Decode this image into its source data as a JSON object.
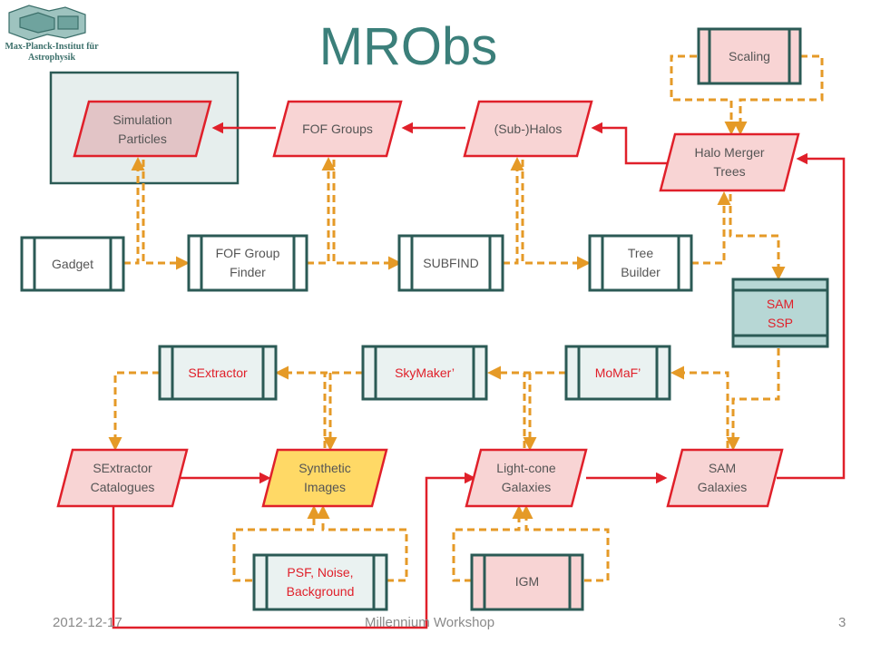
{
  "title": "MRObs",
  "logo": {
    "line1": "Max-Planck-Institut für",
    "line2": "Astrophysik"
  },
  "footer": {
    "date": "2012-12-17",
    "event": "Millennium Workshop",
    "page": "3"
  },
  "colors": {
    "title": "#3b7f7a",
    "process_border": "#2b5a55",
    "process_fill": "#eaf2f1",
    "data_border": "#e0202a",
    "data_fill": "#f8d4d4",
    "highlight_fill": "#ffd966",
    "sam_fill": "#b7d7d5",
    "dashed_arrow": "#e59a27",
    "solid_arrow": "#e0202a"
  },
  "nodes": {
    "scaling": "Scaling",
    "simulation_particles": [
      "Simulation",
      "Particles"
    ],
    "fof_groups": "FOF Groups",
    "subhalos": "(Sub-)Halos",
    "halo_merger_trees": [
      "Halo Merger",
      "Trees"
    ],
    "gadget": "Gadget",
    "fof_group_finder": [
      "FOF Group",
      "Finder"
    ],
    "subfind": "SUBFIND",
    "tree_builder": [
      "Tree",
      "Builder"
    ],
    "sam_ssp": [
      "SAM",
      "SSP"
    ],
    "sextractor": "SExtractor",
    "skymaker": "SkyMaker’",
    "momaf": "MoMaF’",
    "sextractor_catalogues": [
      "SExtractor",
      "Catalogues"
    ],
    "synthetic_images": [
      "Synthetic",
      "Images"
    ],
    "lightcone_galaxies": [
      "Light-cone",
      "Galaxies"
    ],
    "sam_galaxies": [
      "SAM",
      "Galaxies"
    ],
    "psf_noise_background": [
      "PSF, Noise,",
      "Background"
    ],
    "igm": "IGM"
  }
}
